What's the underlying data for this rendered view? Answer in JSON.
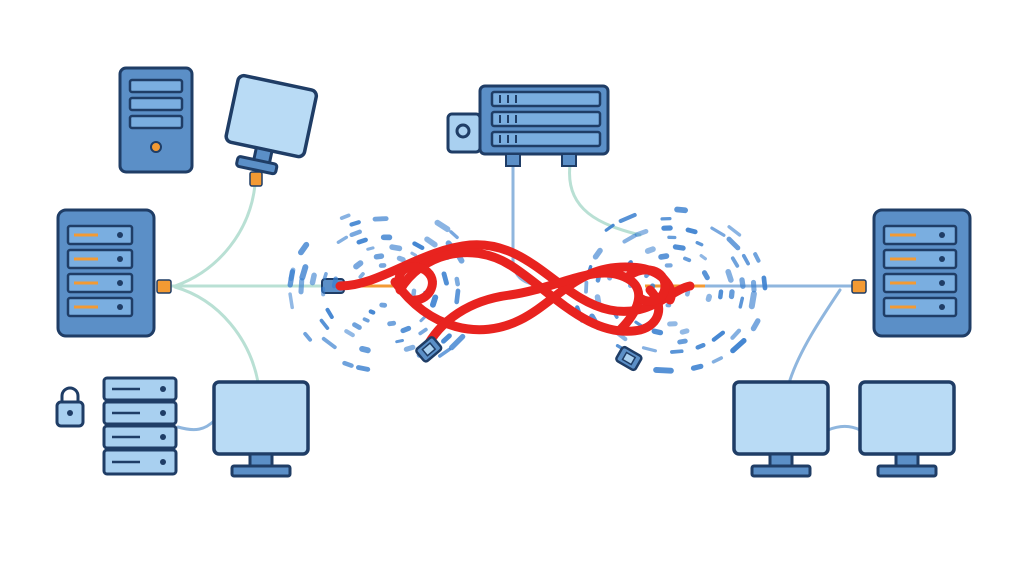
{
  "diagram": {
    "subject": "network-devices-with-tangled-cable",
    "colors": {
      "device_fill": "#5b8fc7",
      "device_outline": "#1f3d66",
      "screen": "#b9dbf5",
      "tangled_cable": "#e8231f",
      "cable_green": "#b9e0d4",
      "cable_blue": "#8fb6de",
      "port": "#f39a33",
      "signal": "#3a80d0"
    },
    "nodes": [
      {
        "id": "tower-pc",
        "icon": "tower-computer-icon"
      },
      {
        "id": "tilted-monitor",
        "icon": "monitor-icon"
      },
      {
        "id": "server-rack-left",
        "icon": "server-rack-icon"
      },
      {
        "id": "small-server-stack",
        "icon": "server-stack-icon"
      },
      {
        "id": "padlock",
        "icon": "lock-icon"
      },
      {
        "id": "monitor-bottom-left",
        "icon": "monitor-icon"
      },
      {
        "id": "router-top",
        "icon": "router-icon"
      },
      {
        "id": "server-rack-right",
        "icon": "server-rack-icon"
      },
      {
        "id": "monitor-bottom-right-a",
        "icon": "monitor-icon"
      },
      {
        "id": "monitor-bottom-right-b",
        "icon": "monitor-icon"
      }
    ],
    "central_element": "tangled-red-cable-knot",
    "effects": [
      "signal-interference-ripples-left",
      "signal-interference-ripples-right"
    ]
  }
}
